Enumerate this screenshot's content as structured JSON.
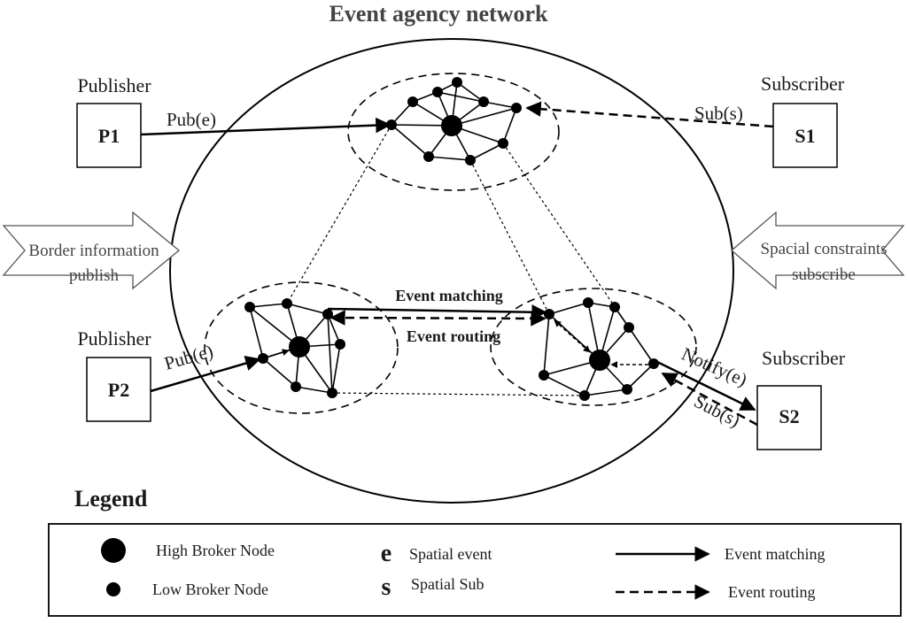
{
  "title": "Event agency network",
  "publishers": [
    {
      "role": "Publisher",
      "id": "P1",
      "edge": "Pub(e)"
    },
    {
      "role": "Publisher",
      "id": "P2",
      "edge": "Pub(e)"
    }
  ],
  "subscribers": [
    {
      "role": "Subscriber",
      "id": "S1",
      "edge": "Sub(s)"
    },
    {
      "role": "Subscriber",
      "id": "S2",
      "edge_notify": "Notify(e)",
      "edge_sub": "Sub(s)"
    }
  ],
  "mid_labels": {
    "matching": "Event matching",
    "routing": "Event routing"
  },
  "side_arrows": {
    "left": [
      "Border information",
      "publish"
    ],
    "right": [
      "Spacial constraints",
      "subscribe"
    ]
  },
  "legend": {
    "title": "Legend",
    "high_node": "High Broker Node",
    "low_node": "Low Broker Node",
    "event_symbol": "e",
    "event_label": "Spatial event",
    "sub_symbol": "s",
    "sub_label": "Spatial Sub",
    "matching": "Event matching",
    "routing": "Event routing"
  }
}
